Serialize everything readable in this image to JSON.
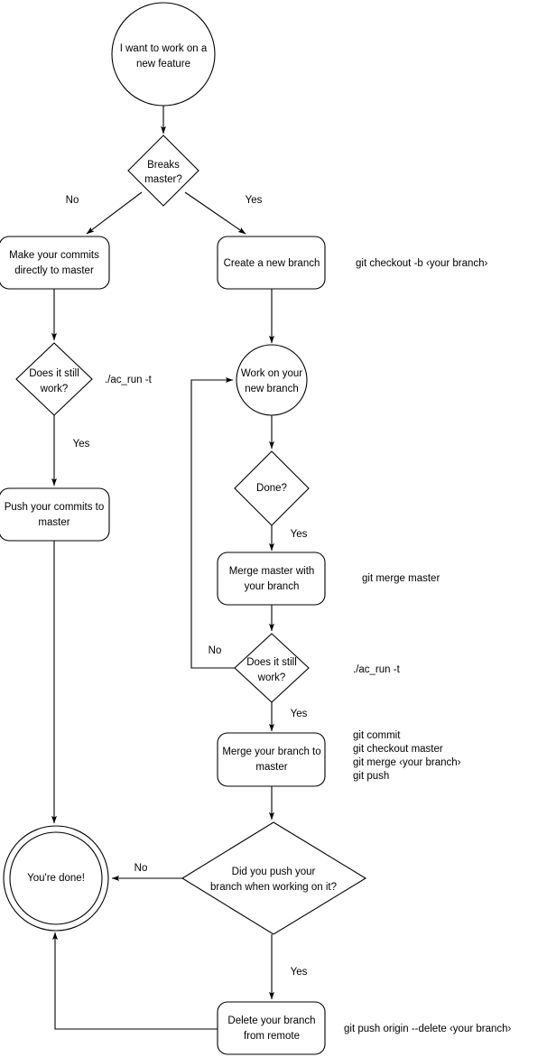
{
  "diagram": {
    "title": "Git feature branch workflow flowchart",
    "background": "#ffffff",
    "stroke_color": "#000000",
    "text_color": "#000000"
  },
  "nodes": {
    "start": {
      "line1": "I want to work on a",
      "line2": "new feature",
      "shape": "circle"
    },
    "breaks_master": {
      "line1": "Breaks",
      "line2": "master?",
      "shape": "diamond"
    },
    "make_commits": {
      "line1": "Make your commits",
      "line2": "directly to master",
      "shape": "rounded-rect"
    },
    "create_branch": {
      "line1": "Create a new branch",
      "line2": "",
      "shape": "rounded-rect"
    },
    "left_still_work": {
      "line1": "Does it still",
      "line2": "work?",
      "shape": "diamond"
    },
    "push_commits": {
      "line1": "Push your commits to",
      "line2": "master",
      "shape": "rounded-rect"
    },
    "work_branch": {
      "line1": "Work on your",
      "line2": "new branch",
      "shape": "circle"
    },
    "done": {
      "line1": "Done?",
      "line2": "",
      "shape": "diamond"
    },
    "merge_master": {
      "line1": "Merge master with",
      "line2": "your branch",
      "shape": "rounded-rect"
    },
    "right_still_work": {
      "line1": "Does it still",
      "line2": "work?",
      "shape": "diamond"
    },
    "merge_branch": {
      "line1": "Merge your branch to",
      "line2": "master",
      "shape": "rounded-rect"
    },
    "did_you_push": {
      "line1": "Did you push your",
      "line2": "branch when working on it?",
      "shape": "diamond"
    },
    "delete_branch": {
      "line1": "Delete your branch",
      "line2": "from remote",
      "shape": "rounded-rect"
    },
    "youre_done": {
      "line1": "You're done!",
      "line2": "",
      "shape": "double-circle"
    }
  },
  "edge_labels": {
    "breaks_no": "No",
    "breaks_yes": "Yes",
    "left_work_yes": "Yes",
    "done_yes": "Yes",
    "right_work_no": "No",
    "right_work_yes": "Yes",
    "did_push_no": "No",
    "did_push_yes": "Yes"
  },
  "annotations": {
    "create_branch_cmd": "git checkout -b ‹your branch›",
    "left_run_cmd": "./ac_run -t",
    "merge_master_cmd": "git merge master",
    "right_run_cmd": "./ac_run -t",
    "merge_branch_cmds": [
      "git commit",
      "git checkout master",
      "git merge ‹your branch›",
      "git push"
    ],
    "delete_branch_cmd": "git push origin --delete ‹your branch›"
  }
}
